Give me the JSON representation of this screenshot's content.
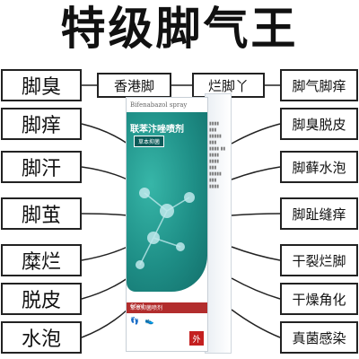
{
  "title": "特级脚气王",
  "left_labels": [
    "脚臭",
    "脚痒",
    "脚汗",
    "脚茧",
    "糜烂",
    "脱皮",
    "水泡"
  ],
  "top_labels": [
    "香港脚",
    "烂脚丫"
  ],
  "right_labels": [
    "脚气脚痒",
    "脚臭脱皮",
    "脚藓水泡",
    "脚趾缝痒",
    "干裂烂脚",
    "干燥角化",
    "真菌感染"
  ],
  "product": {
    "name_en": "Bifenabazol spray",
    "name_cn": "联苯汴唑喷剂",
    "badge": "草本抑菌",
    "volume": "60ml",
    "bar_text": "草本抑菌喷剂",
    "seal": "外",
    "color_teal": "#1e8e86",
    "color_red": "#b22d2d"
  }
}
